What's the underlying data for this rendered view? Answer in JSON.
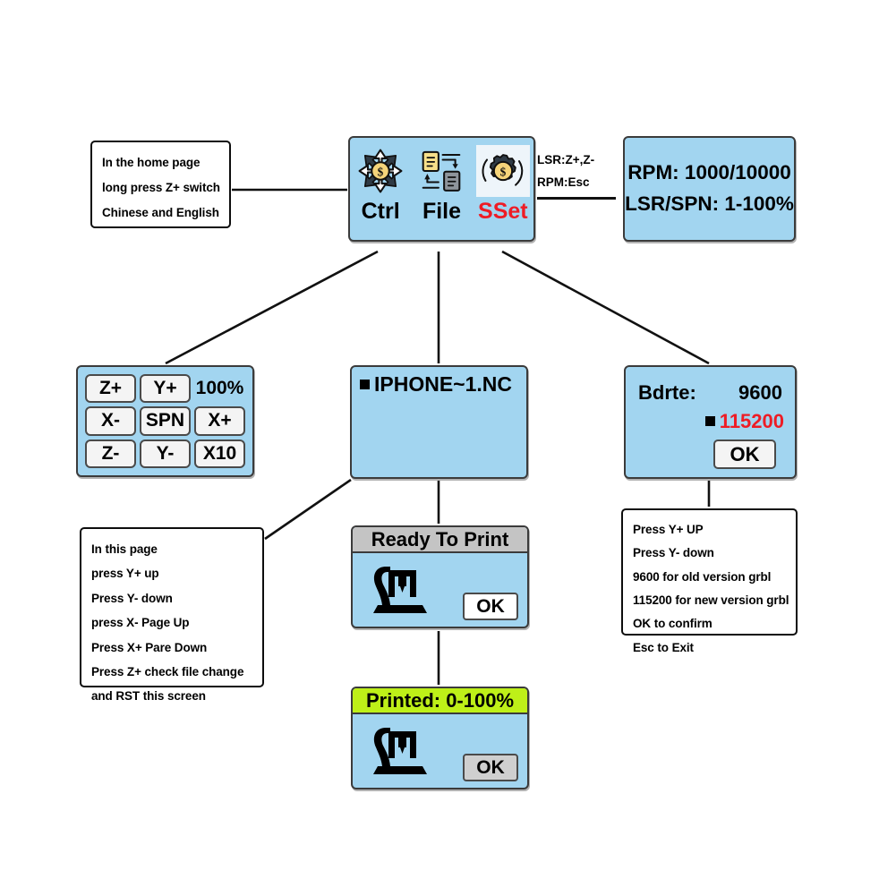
{
  "menu": {
    "items": [
      {
        "label": "Ctrl",
        "icon": "move-arrows-coin-icon",
        "selected": false
      },
      {
        "label": "File",
        "icon": "file-transfer-icon",
        "selected": false
      },
      {
        "label": "SSet",
        "icon": "gear-coin-icon",
        "selected": true
      }
    ],
    "selected_color": "#ee1c25"
  },
  "hint_lsr": {
    "lines": [
      "LSR:Z+,Z-",
      "RPM:Esc"
    ]
  },
  "rpm_panel": {
    "lines": [
      "RPM: 1000/10000",
      "LSR/SPN: 1-100%"
    ]
  },
  "note_home": {
    "lines": [
      "In the home page",
      "long press Z+ switch",
      "Chinese and English"
    ]
  },
  "keypad": {
    "cells": [
      {
        "label": "Z+",
        "is_button": true
      },
      {
        "label": "Y+",
        "is_button": true
      },
      {
        "label": "100%",
        "is_button": false
      },
      {
        "label": "X-",
        "is_button": true
      },
      {
        "label": "SPN",
        "is_button": true
      },
      {
        "label": "X+",
        "is_button": true
      },
      {
        "label": "Z-",
        "is_button": true
      },
      {
        "label": "Y-",
        "is_button": true
      },
      {
        "label": "X10",
        "is_button": true
      }
    ]
  },
  "file_panel": {
    "selected_file": "IPHONE~1.NC"
  },
  "baud_panel": {
    "label": "Bdrte:",
    "option_a": "9600",
    "option_b": "115200",
    "option_b_color": "#ee1c25",
    "ok_label": "OK"
  },
  "note_file": {
    "lines": [
      "In this page",
      "press Y+ up",
      "Press Y- down",
      "press X- Page Up",
      "Press X+ Pare Down",
      "Press Z+ check file change",
      "and RST this screen"
    ]
  },
  "note_baud": {
    "lines": [
      "Press Y+ UP",
      "Press Y- down",
      "9600 for old version grbl",
      "115200 for new version grbl",
      "OK to confirm",
      "Esc to Exit"
    ]
  },
  "ready_dialog": {
    "title": "Ready To Print",
    "ok_label": "OK",
    "title_color": "#c4c4c4"
  },
  "printed_dialog": {
    "title": "Printed: 0-100%",
    "ok_label": "OK",
    "title_color": "#bef018"
  },
  "theme": {
    "lcd_blue": "#a2d5f0",
    "border": "#3b3b3b",
    "accent_red": "#ee1c25"
  }
}
